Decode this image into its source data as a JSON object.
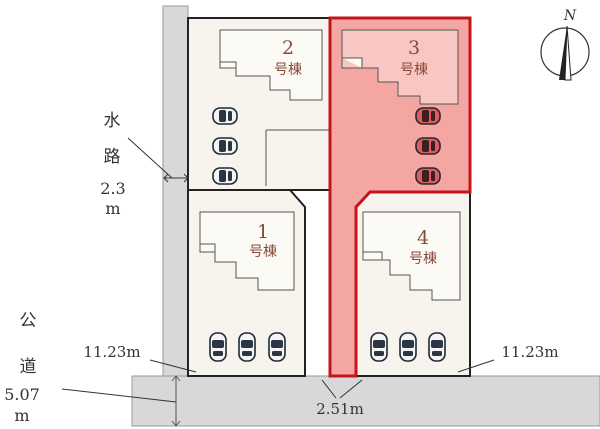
{
  "compass": {
    "label": "N"
  },
  "lots": [
    {
      "num": "2",
      "unit": "号棟",
      "selected": false
    },
    {
      "num": "3",
      "unit": "号棟",
      "selected": true
    },
    {
      "num": "1",
      "unit": "号棟",
      "selected": false
    },
    {
      "num": "4",
      "unit": "号棟",
      "selected": false
    }
  ],
  "waterway": {
    "line1": "水",
    "line2": "路",
    "width": "2.3",
    "unit": "m"
  },
  "road": {
    "line1": "公",
    "line2": "道",
    "width": "5.07",
    "unit": "m"
  },
  "frontages": {
    "left": "11.23m",
    "right": "11.23m",
    "flag": "2.51m"
  },
  "colors": {
    "selected_fill": "#f4a6a2",
    "selected_border": "#c4141c",
    "lot_fill": "#f6f4ec",
    "road_fill": "#d8d8d8",
    "house_fill": "#fbfaf5"
  }
}
